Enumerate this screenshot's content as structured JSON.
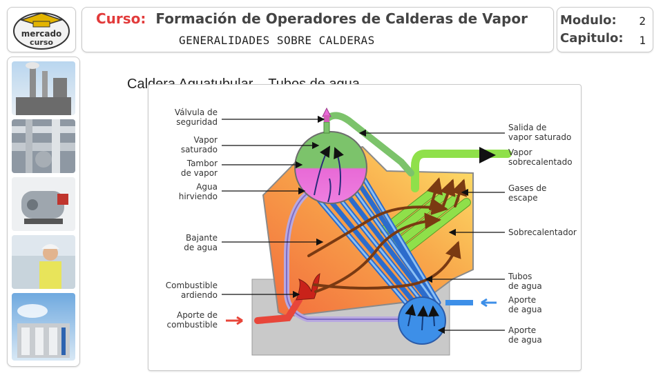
{
  "header": {
    "logo_lines": [
      "mercado",
      "curso"
    ],
    "course_label": "Curso:",
    "course_name": "Formación de Operadores de Calderas de Vapor",
    "subtitle": "GENERALIDADES SOBRE CALDERAS",
    "module_label": "Modulo:",
    "module_value": "2",
    "chapter_label": "Capitulo:",
    "chapter_value": "1"
  },
  "section_heading": "Caldera Aguatubular – Tubos de agua",
  "diagram": {
    "left_labels": [
      [
        "Válvula de",
        "seguridad"
      ],
      [
        "Vapor",
        "saturado"
      ],
      [
        "Tambor",
        "de vapor"
      ],
      [
        "Agua",
        "hirviendo"
      ],
      [
        "Bajante",
        "de agua"
      ],
      [
        "Combustible",
        "ardiendo"
      ],
      [
        "Aporte de",
        "combustible"
      ]
    ],
    "right_labels": [
      [
        "Salida de",
        "vapor saturado"
      ],
      [
        "Vapor",
        "sobrecalentado"
      ],
      [
        "Gases de",
        "escape"
      ],
      [
        "Sobrecalentador"
      ],
      [
        "Tubos",
        "de agua"
      ],
      [
        "Aporte",
        "de agua"
      ],
      [
        "Aporte",
        "de agua"
      ]
    ],
    "colors": {
      "steam": "#7cc36b",
      "boiling_water": "#e86ad6",
      "water": "#3d8fe8",
      "superheater": "#8fe04a",
      "flame": "#e8463a",
      "hot_gas": "#f7a84a"
    }
  }
}
